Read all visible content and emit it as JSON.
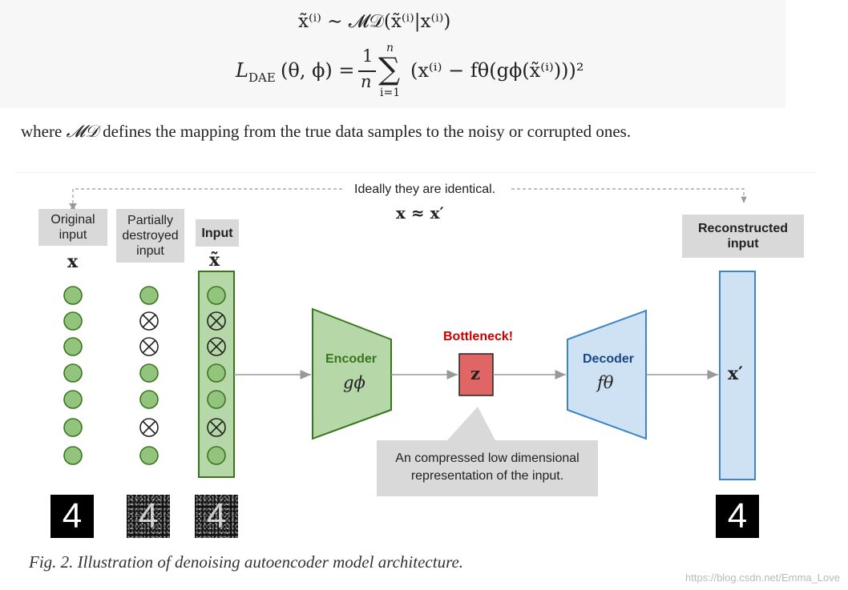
{
  "equations": {
    "line1": "x̃⁽ⁱ⁾ ∼ 𝓜𝒟(x̃⁽ⁱ⁾|x⁽ⁱ⁾)",
    "lhs": "L",
    "lhs_sub": "DAE",
    "lhs_args": "(θ, ϕ) = ",
    "frac_num": "1",
    "frac_den": "n",
    "sum_top": "n",
    "sum_sym": "∑",
    "sum_bottom": "i=1",
    "rhs": "(x⁽ⁱ⁾ − fθ(gϕ(x̃⁽ⁱ⁾)))²"
  },
  "description": {
    "pre": "where ",
    "symbol": "𝓜𝒟",
    "post": " defines the mapping from the true data samples to the noisy or corrupted ones."
  },
  "diagram": {
    "identical_note": "Ideally they are identical.",
    "approx": "x ≈ x′",
    "original_input_label": "Original input",
    "original_symbol": "x",
    "partial_label": "Partially destroyed input",
    "input_label": "Input",
    "input_symbol": "x̃",
    "encoder_label": "Encoder",
    "encoder_symbol": "gϕ",
    "bottleneck_label": "Bottleneck!",
    "z_symbol": "z",
    "decoder_label": "Decoder",
    "decoder_symbol": "fθ",
    "reconstructed_label": "Reconstructed input",
    "output_symbol": "x′",
    "callout": "An compressed low dimensional representation of the input.",
    "digit": "4",
    "corrupted_nodes": [
      false,
      true,
      true,
      false,
      false,
      true,
      false
    ],
    "colors": {
      "node_fill": "#93c47d",
      "node_stroke": "#38761d",
      "encoder_fill": "#b6d7a8",
      "z_fill": "#e06666",
      "bottleneck_text": "#cc0000",
      "decoder_fill": "#cfe2f3",
      "decoder_stroke": "#3d85c6",
      "decoder_text": "#1c4587"
    }
  },
  "caption": "Fig. 2. Illustration of denoising autoencoder model architecture.",
  "watermark": "https://blog.csdn.net/Emma_Love"
}
